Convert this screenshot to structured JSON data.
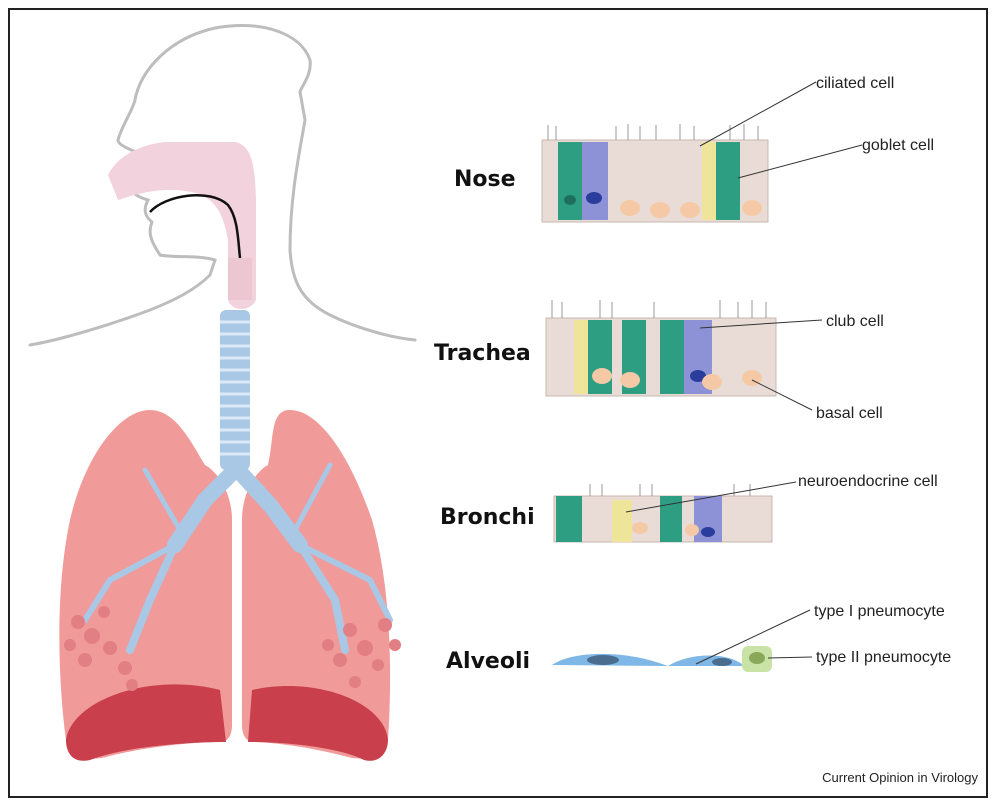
{
  "regions": {
    "nose": "Nose",
    "trachea": "Trachea",
    "bronchi": "Bronchi",
    "alveoli": "Alveoli"
  },
  "labels": {
    "ciliated": "ciliated cell",
    "goblet": "goblet cell",
    "club": "club cell",
    "basal": "basal cell",
    "neuroendocrine": "neuroendocrine cell",
    "type1": "type I pneumocyte",
    "type2": "type II pneumocyte"
  },
  "credit": "Current Opinion in Virology",
  "colors": {
    "lung": "#f19a9a",
    "lung_dark": "#c9404c",
    "airway": "#a9c8e6",
    "nasal": "#f2d2dc",
    "ciliated": "#e9dcd6",
    "goblet": "#2e9e83",
    "club": "#8d92d6",
    "basal": "#f5c9a5",
    "neuroendocrine": "#efe59a",
    "pneumocyte1": "#7fb7e6",
    "pneumocyte2": "#c9e3a6"
  }
}
